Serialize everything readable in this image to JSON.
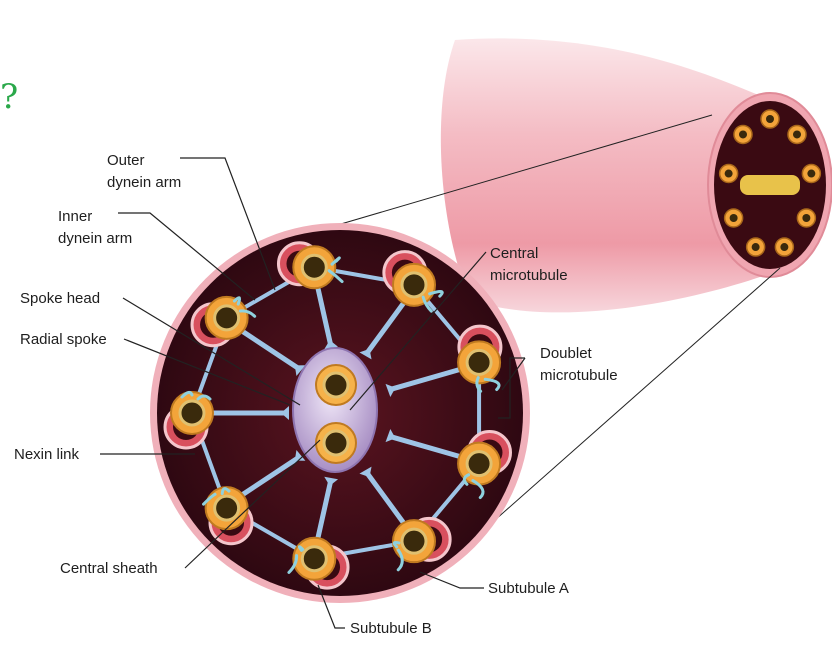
{
  "corner_mark": "?",
  "colors": {
    "cilium_membrane": "#f2b3bc",
    "matrix_dark": "#3a0a12",
    "subtubule_a": "#f3a43a",
    "subtubule_b": "#d8505e",
    "spoke": "#9ec4e6",
    "sheath": "#b7a2cf",
    "dynein": "#8fd1de"
  },
  "labels": {
    "outer_dynein_arm_1": "Outer",
    "outer_dynein_arm_2": "dynein arm",
    "inner_dynein_arm_1": "Inner",
    "inner_dynein_arm_2": "dynein arm",
    "spoke_head": "Spoke head",
    "radial_spoke": "Radial spoke",
    "nexin_link": "Nexin link",
    "central_sheath": "Central sheath",
    "central_microtubule_1": "Central",
    "central_microtubule_2": "microtubule",
    "doublet_microtubule_1": "Doublet",
    "doublet_microtubule_2": "microtubule",
    "subtubule_a": "Subtubule A",
    "subtubule_b": "Subtubule B"
  }
}
